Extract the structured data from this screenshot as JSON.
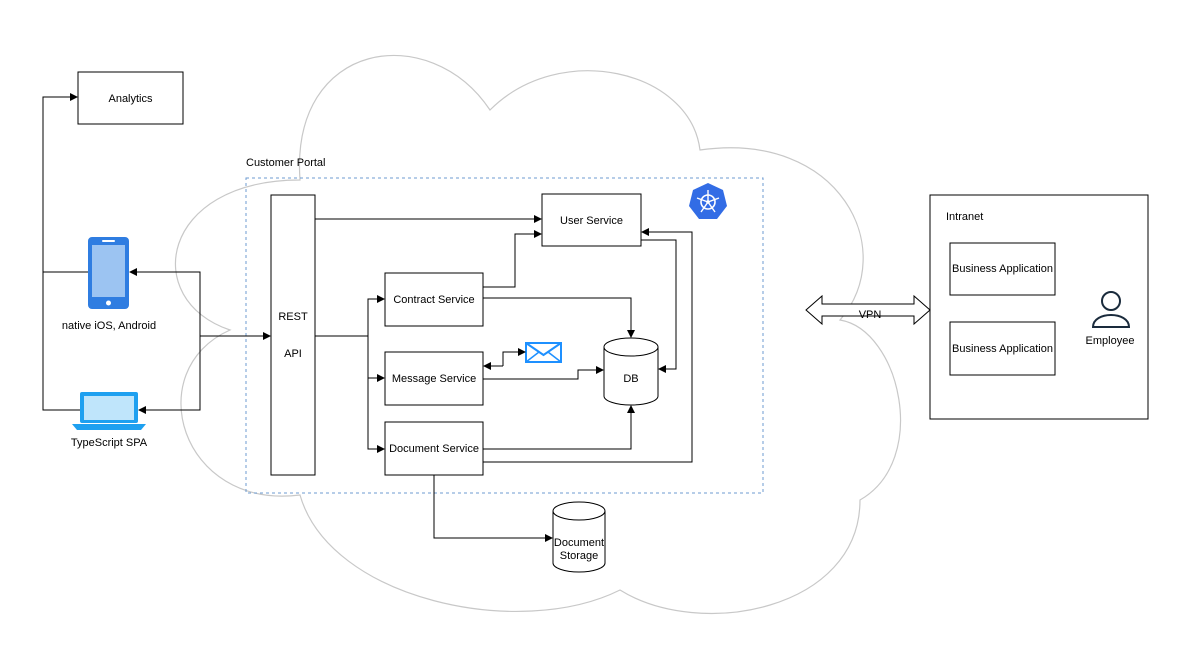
{
  "nodes": {
    "analytics": "Analytics",
    "customer_portal": "Customer Portal",
    "rest_api_line1": "REST",
    "rest_api_line2": "API",
    "user_service": "User Service",
    "contract_service": "Contract Service",
    "message_service": "Message Service",
    "document_service": "Document Service",
    "db": "DB",
    "document_storage_line1": "Document",
    "document_storage_line2": "Storage",
    "mobile_client": "native iOS, Android",
    "web_client": "TypeScript SPA",
    "intranet": "Intranet",
    "business_app_1": "Business Application",
    "business_app_2": "Business Application",
    "employee": "Employee",
    "vpn": "VPN"
  },
  "icons": {
    "kubernetes": "kubernetes-icon",
    "mobile": "smartphone-icon",
    "laptop": "laptop-icon",
    "mail": "envelope-icon",
    "employee": "user-icon"
  },
  "colors": {
    "cloud_stroke": "#c8c8c8",
    "portal_border": "#6c9bd2",
    "icon_blue": "#2f7de1",
    "k8s_blue": "#326ce5",
    "mail_blue": "#1e90ff",
    "laptop_blue": "#1ea0f0"
  }
}
